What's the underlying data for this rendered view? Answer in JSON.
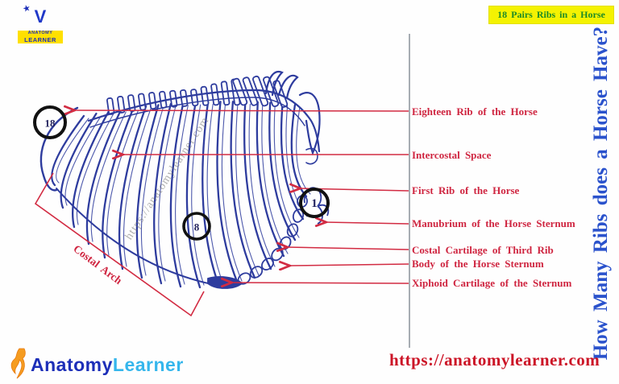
{
  "brand_top": {
    "mark_letter": "V",
    "mark_star": "★",
    "line1": "ANATOMY",
    "line2": "LEARNER"
  },
  "banner": {
    "text": "18 Pairs Ribs in a Horse"
  },
  "side_title": {
    "text": "How Many Ribs does a Horse Have?"
  },
  "annotations": {
    "labels": [
      {
        "text": "Eighteen Rib of the Horse"
      },
      {
        "text": "Intercostal Space"
      },
      {
        "text": "First Rib of the Horse"
      },
      {
        "text": "Manubrium of the Horse Sternum"
      },
      {
        "text": "Costal Cartilage of Third Rib"
      },
      {
        "text": "Body of the Horse Sternum"
      },
      {
        "text": "Xiphoid Cartilage of the Sternum"
      }
    ],
    "costal_arch": "Costal Arch",
    "circle_markers": [
      {
        "value": "18"
      },
      {
        "value": "8"
      },
      {
        "value": "1"
      }
    ]
  },
  "watermark": {
    "text": "https://anatomylearner.com"
  },
  "footer": {
    "brand_part1": "Anatomy",
    "brand_part2": "Learner",
    "url": "https://anatomylearner.com"
  },
  "colors": {
    "label_red": "#cf2540",
    "diagram_blue": "#2e3c9e",
    "banner_bg": "#f4f202",
    "banner_text": "#1e8c26",
    "side_title_blue": "#2a52cc",
    "url_red": "#cc1527",
    "brand_dark_blue": "#1c2eb8",
    "brand_light_blue": "#35b6ec",
    "brand_orange": "#f59c20",
    "circle_stroke": "#111111"
  }
}
